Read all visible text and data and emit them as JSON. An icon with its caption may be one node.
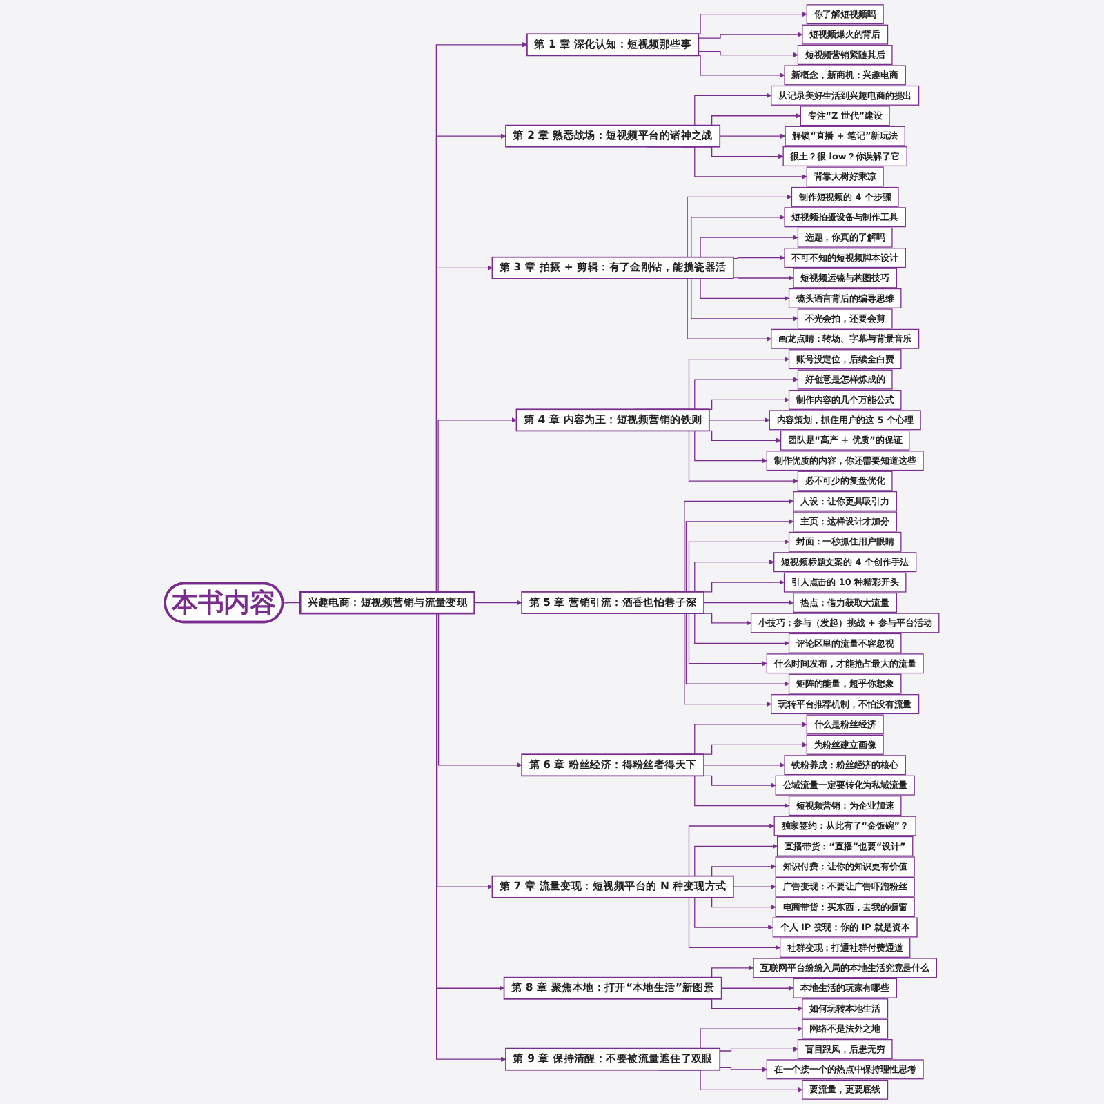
{
  "diagram": {
    "nodes": [
      {
        "text": [
          "本书内容"
        ]
      },
      {
        "text": [
          "兴趣电商：短视频营销与流量变现"
        ]
      },
      {
        "text": [
          "第 1 章  深化认知：短视频那些事"
        ]
      },
      {
        "text": [
          "你了解短视频吗"
        ]
      },
      {
        "text": [
          "短视频爆火的背后"
        ]
      },
      {
        "text": [
          "短视频营销紧随其后"
        ]
      },
      {
        "text": [
          "新概念，新商机：兴趣电商"
        ]
      },
      {
        "text": [
          "第 2 章  熟悉战场：短视频平台的诸神之战"
        ]
      },
      {
        "text": [
          "从记录美好生活到兴趣电商的提出"
        ]
      },
      {
        "text": [
          "专注“Z 世代”建设"
        ]
      },
      {
        "text": [
          "解锁“直播 + 笔记”新玩法"
        ]
      },
      {
        "text": [
          "很土？很 low？你误解了它"
        ]
      },
      {
        "text": [
          "背靠大树好乘凉"
        ]
      },
      {
        "text": [
          "第 3 章  拍摄 + 剪辑：有了金刚钻，能揽瓷器活"
        ]
      },
      {
        "text": [
          "制作短视频的 4 个步骤"
        ]
      },
      {
        "text": [
          "短视频拍摄设备与制作工具"
        ]
      },
      {
        "text": [
          "选题，你真的了解吗"
        ]
      },
      {
        "text": [
          "不可不知的短视频脚本设计"
        ]
      },
      {
        "text": [
          "短视频运镜与构图技巧"
        ]
      },
      {
        "text": [
          "镜头语言背后的编导思维"
        ]
      },
      {
        "text": [
          "不光会拍，还要会剪"
        ]
      },
      {
        "text": [
          "画龙点睛：转场、字幕与背景音乐"
        ]
      },
      {
        "text": [
          "第 4 章  内容为王：短视频营销的铁则"
        ]
      },
      {
        "text": [
          "账号没定位，后续全白费"
        ]
      },
      {
        "text": [
          "好创意是怎样炼成的"
        ]
      },
      {
        "text": [
          "制作内容的几个万能公式"
        ]
      },
      {
        "text": [
          "内容策划，抓住用户的这 5 个心理"
        ]
      },
      {
        "text": [
          "团队是“高产 + 优质”的保证"
        ]
      },
      {
        "text": [
          "制作优质的内容，你还需要知道这些"
        ]
      },
      {
        "text": [
          "必不可少的复盘优化"
        ]
      },
      {
        "text": [
          "第 5 章 营销引流：酒香也怕巷子深"
        ]
      },
      {
        "text": [
          "人设：让你更具吸引力"
        ]
      },
      {
        "text": [
          "主页：这样设计才加分"
        ]
      },
      {
        "text": [
          "封面：一秒抓住用户眼睛"
        ]
      },
      {
        "text": [
          "短视频标题文案的 4 个创作手法"
        ]
      },
      {
        "text": [
          "引人点击的 10 种精彩开头"
        ]
      },
      {
        "text": [
          "热点：借力获取大流量"
        ]
      },
      {
        "text": [
          "小技巧：参与（发起）挑战 + 参与平台活动"
        ]
      },
      {
        "text": [
          "评论区里的流量不容忽视"
        ]
      },
      {
        "text": [
          "什么时间发布，才能抢占最大的流量"
        ]
      },
      {
        "text": [
          "矩阵的能量，超乎你想象"
        ]
      },
      {
        "text": [
          "玩转平台推荐机制，不怕没有流量"
        ]
      },
      {
        "text": [
          "第 6 章  粉丝经济：得粉丝者得天下"
        ]
      },
      {
        "text": [
          "什么是粉丝经济"
        ]
      },
      {
        "text": [
          "为粉丝建立画像"
        ]
      },
      {
        "text": [
          "铁粉养成：粉丝经济的核心"
        ]
      },
      {
        "text": [
          "公域流量一定要转化为私域流量"
        ]
      },
      {
        "text": [
          "短视频营销：为企业加速"
        ]
      },
      {
        "text": [
          "第 7 章  流量变现：短视频平台的 N 种变现方式"
        ]
      },
      {
        "text": [
          "独家签约：从此有了“金饭碗”？"
        ]
      },
      {
        "text": [
          "直播带货：“直播”也要“设计”"
        ]
      },
      {
        "text": [
          "知识付费：让你的知识更有价值"
        ]
      },
      {
        "text": [
          "广告变现：不要让广告吓跑粉丝"
        ]
      },
      {
        "text": [
          "电商带货：买东西，去我的橱窗"
        ]
      },
      {
        "text": [
          "个人 IP 变现：你的 IP 就是资本"
        ]
      },
      {
        "text": [
          "社群变现：打通社群付费通道"
        ]
      },
      {
        "text": [
          "第 8 章  聚焦本地：打开“本地生活”新图景"
        ]
      },
      {
        "text": [
          "互联网平台纷纷入局的本地生活究竟是什么"
        ]
      },
      {
        "text": [
          "本地生活的玩家有哪些"
        ]
      },
      {
        "text": [
          "如何玩转本地生活"
        ]
      },
      {
        "text": [
          "第 9 章  保持清醒：不要被流量遮住了双眼"
        ]
      },
      {
        "text": [
          "网络不是法外之地"
        ]
      },
      {
        "text": [
          "盲目跟风，后患无穷"
        ]
      },
      {
        "text": [
          "在一个接一个的热点中保持理性思考"
        ]
      },
      {
        "text": [
          "要流量，更要底线"
        ]
      }
    ],
    "edges": [
      {
        "from": 0,
        "to": 1,
        "arrow": "none"
      },
      {
        "from": 1,
        "to": 2,
        "arrow": "to"
      },
      {
        "from": 1,
        "to": 7,
        "arrow": "to"
      },
      {
        "from": 1,
        "to": 13,
        "arrow": "to"
      },
      {
        "from": 1,
        "to": 22,
        "arrow": "to"
      },
      {
        "from": 1,
        "to": 30,
        "arrow": "to"
      },
      {
        "from": 1,
        "to": 42,
        "arrow": "to"
      },
      {
        "from": 1,
        "to": 48,
        "arrow": "to"
      },
      {
        "from": 1,
        "to": 56,
        "arrow": "to"
      },
      {
        "from": 1,
        "to": 60,
        "arrow": "to"
      },
      {
        "from": 2,
        "to": 3,
        "arrow": "to"
      },
      {
        "from": 2,
        "to": 4,
        "arrow": "to"
      },
      {
        "from": 2,
        "to": 5,
        "arrow": "to"
      },
      {
        "from": 2,
        "to": 6,
        "arrow": "to"
      },
      {
        "from": 7,
        "to": 8,
        "arrow": "to"
      },
      {
        "from": 7,
        "to": 9,
        "arrow": "to"
      },
      {
        "from": 7,
        "to": 10,
        "arrow": "to"
      },
      {
        "from": 7,
        "to": 11,
        "arrow": "to"
      },
      {
        "from": 7,
        "to": 12,
        "arrow": "to"
      },
      {
        "from": 13,
        "to": 14,
        "arrow": "to"
      },
      {
        "from": 13,
        "to": 15,
        "arrow": "to"
      },
      {
        "from": 13,
        "to": 16,
        "arrow": "to"
      },
      {
        "from": 13,
        "to": 17,
        "arrow": "to"
      },
      {
        "from": 13,
        "to": 18,
        "arrow": "to"
      },
      {
        "from": 13,
        "to": 19,
        "arrow": "to"
      },
      {
        "from": 13,
        "to": 20,
        "arrow": "to"
      },
      {
        "from": 13,
        "to": 21,
        "arrow": "to"
      },
      {
        "from": 22,
        "to": 23,
        "arrow": "to"
      },
      {
        "from": 22,
        "to": 24,
        "arrow": "to"
      },
      {
        "from": 22,
        "to": 25,
        "arrow": "to"
      },
      {
        "from": 22,
        "to": 26,
        "arrow": "to"
      },
      {
        "from": 22,
        "to": 27,
        "arrow": "to"
      },
      {
        "from": 22,
        "to": 28,
        "arrow": "to"
      },
      {
        "from": 22,
        "to": 29,
        "arrow": "to"
      },
      {
        "from": 30,
        "to": 31,
        "arrow": "to"
      },
      {
        "from": 30,
        "to": 32,
        "arrow": "to"
      },
      {
        "from": 30,
        "to": 33,
        "arrow": "to"
      },
      {
        "from": 30,
        "to": 34,
        "arrow": "to"
      },
      {
        "from": 30,
        "to": 35,
        "arrow": "to"
      },
      {
        "from": 30,
        "to": 36,
        "arrow": "to"
      },
      {
        "from": 30,
        "to": 37,
        "arrow": "to"
      },
      {
        "from": 30,
        "to": 38,
        "arrow": "to"
      },
      {
        "from": 30,
        "to": 39,
        "arrow": "to"
      },
      {
        "from": 30,
        "to": 40,
        "arrow": "to"
      },
      {
        "from": 30,
        "to": 41,
        "arrow": "to"
      },
      {
        "from": 42,
        "to": 43,
        "arrow": "to"
      },
      {
        "from": 42,
        "to": 44,
        "arrow": "to"
      },
      {
        "from": 42,
        "to": 45,
        "arrow": "to"
      },
      {
        "from": 42,
        "to": 46,
        "arrow": "to"
      },
      {
        "from": 42,
        "to": 47,
        "arrow": "to"
      },
      {
        "from": 48,
        "to": 49,
        "arrow": "to"
      },
      {
        "from": 48,
        "to": 50,
        "arrow": "to"
      },
      {
        "from": 48,
        "to": 51,
        "arrow": "to"
      },
      {
        "from": 48,
        "to": 52,
        "arrow": "to"
      },
      {
        "from": 48,
        "to": 53,
        "arrow": "to"
      },
      {
        "from": 48,
        "to": 54,
        "arrow": "to"
      },
      {
        "from": 48,
        "to": 55,
        "arrow": "to"
      },
      {
        "from": 56,
        "to": 57,
        "arrow": "to"
      },
      {
        "from": 56,
        "to": 58,
        "arrow": "to"
      },
      {
        "from": 56,
        "to": 59,
        "arrow": "to"
      },
      {
        "from": 60,
        "to": 61,
        "arrow": "to"
      },
      {
        "from": 60,
        "to": 62,
        "arrow": "to"
      },
      {
        "from": 60,
        "to": 63,
        "arrow": "to"
      },
      {
        "from": 60,
        "to": 64,
        "arrow": "to"
      }
    ]
  }
}
